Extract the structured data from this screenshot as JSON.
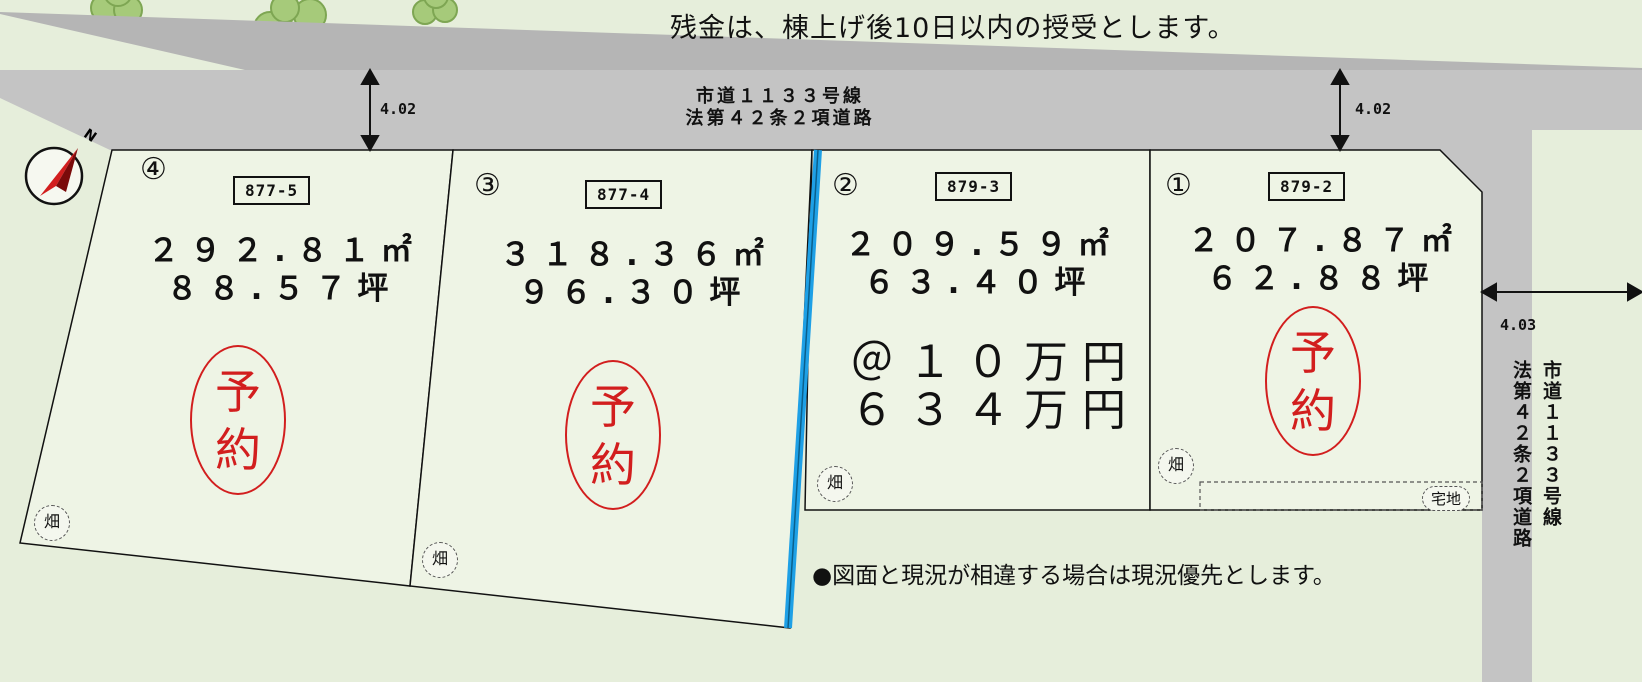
{
  "notice": "残金は、棟上げ後10日以内の授受とします。",
  "road_top": {
    "line1": "市道１１３３号線",
    "line2": "法第４２条２項道路",
    "width_left": "4.02",
    "width_right": "4.02"
  },
  "road_right": {
    "line1": "市道１１３３号線",
    "line2": "法第４２条２項道路",
    "width": "4.03"
  },
  "lots": [
    {
      "number": "④",
      "parcel": "877-5",
      "area_m2": "２９２.８１㎡",
      "area_tsubo": "８８.５７坪",
      "status": "予約",
      "land_use": "畑"
    },
    {
      "number": "③",
      "parcel": "877-4",
      "area_m2": "３１８.３６㎡",
      "area_tsubo": "９６.３０坪",
      "status": "予約",
      "land_use": "畑"
    },
    {
      "number": "②",
      "parcel": "879-3",
      "area_m2": "２０９.５９㎡",
      "area_tsubo": "６３.４０坪",
      "unit_price": "＠１０万円",
      "total_price": "６３４万円",
      "land_use": "畑"
    },
    {
      "number": "①",
      "parcel": "879-2",
      "area_m2": "２０７.８７㎡",
      "area_tsubo": "６２.８８坪",
      "status": "予約",
      "land_use": "畑",
      "land_use_2": "宅地"
    }
  ],
  "note": "●図面と現況が相違する場合は現況優先とします。",
  "compass": {
    "north": "N"
  },
  "colors": {
    "background": "#e6eedb",
    "road": "#c4c4c4",
    "lot_fill": "#eef4e5",
    "reserved": "#d21e1e",
    "boundary_highlight": "#1ea0e6",
    "flower": "#7fae4a"
  }
}
